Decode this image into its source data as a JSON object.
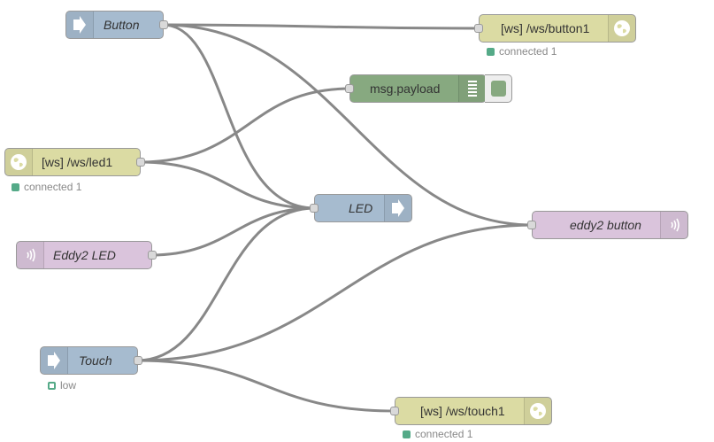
{
  "colors": {
    "inject": "#a6bbcf",
    "websocket": "#dbdba3",
    "debug": "#87a980",
    "eddystone": "#dac4dc",
    "wire": "#888888",
    "status_connected": "#55aa88"
  },
  "nodes": {
    "button": {
      "label": "Button",
      "type": "inject",
      "icon": "arrow-right-icon"
    },
    "ws_button1": {
      "label": "[ws] /ws/button1",
      "type": "websocket-out",
      "icon": "globe-icon",
      "status": "connected 1"
    },
    "debug": {
      "label": "msg.payload",
      "type": "debug",
      "icon": "list-icon"
    },
    "ws_led1": {
      "label": "[ws] /ws/led1",
      "type": "websocket-in",
      "icon": "globe-icon",
      "status": "connected 1"
    },
    "led": {
      "label": "LED",
      "type": "output",
      "icon": "arrow-right-icon"
    },
    "eddy2_led": {
      "label": "Eddy2 LED",
      "type": "eddystone-in",
      "icon": "beacon-icon"
    },
    "eddy2_button": {
      "label": "eddy2 button",
      "type": "eddystone-out",
      "icon": "beacon-icon"
    },
    "touch": {
      "label": "Touch",
      "type": "inject",
      "icon": "arrow-right-icon",
      "status": "low"
    },
    "ws_touch1": {
      "label": "[ws] /ws/touch1",
      "type": "websocket-out",
      "icon": "globe-icon",
      "status": "connected 1"
    }
  }
}
